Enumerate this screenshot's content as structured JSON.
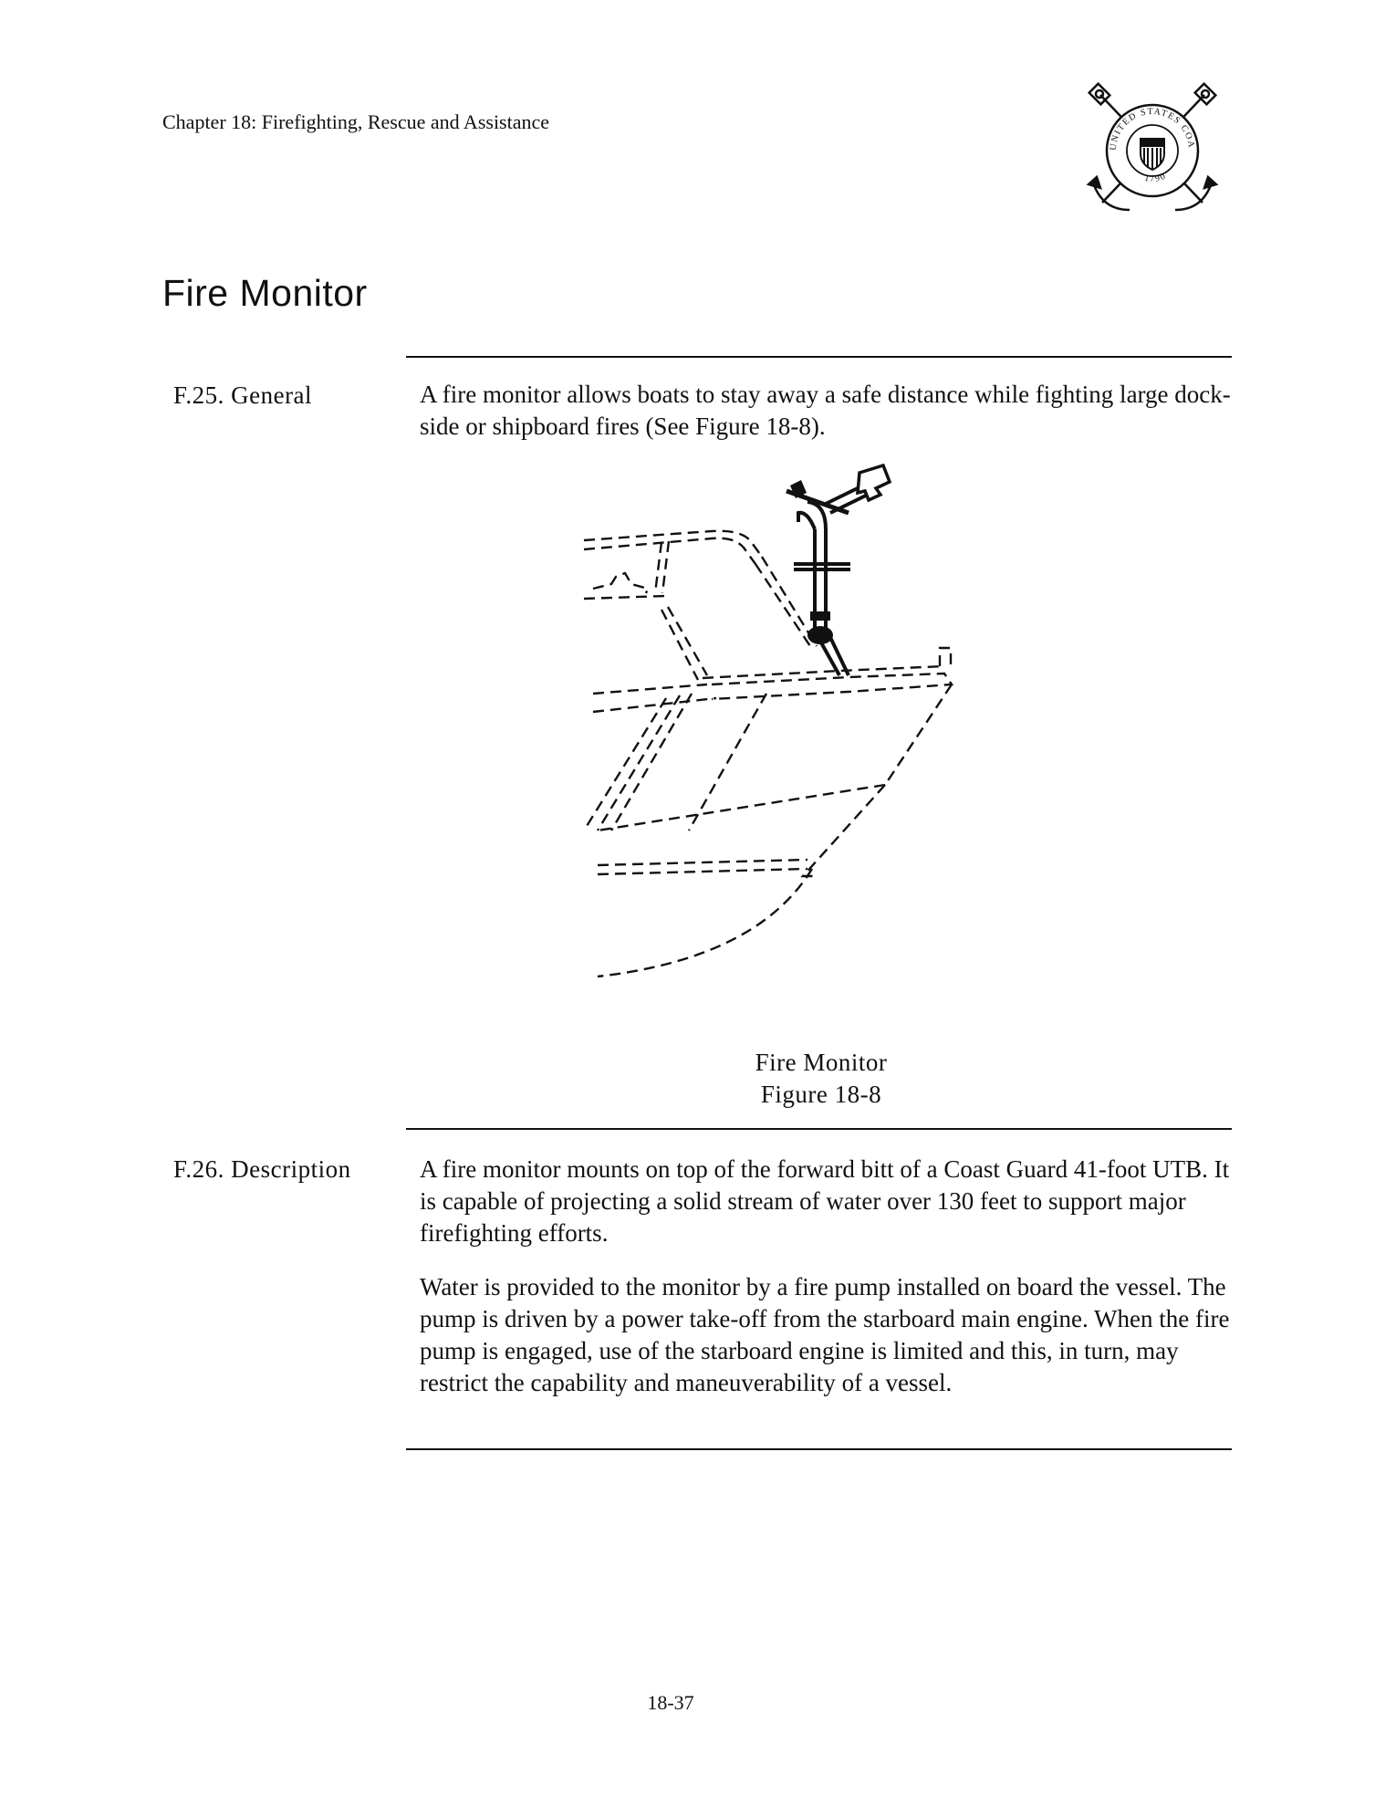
{
  "header": {
    "running_title": "Chapter 18:  Firefighting, Rescue and Assistance",
    "seal": {
      "icon": "coast-guard-seal-icon",
      "text": "UNITED STATES COAST GUARD",
      "year": "1790"
    }
  },
  "section": {
    "title": "Fire Monitor"
  },
  "subsections": [
    {
      "heading": "F.25.  General",
      "paragraphs": [
        "A fire monitor allows boats to stay away a safe distance while fighting large dock-side or shipboard fires (See Figure 18-8)."
      ]
    },
    {
      "heading": "F.26.  Description",
      "paragraphs": [
        "A fire monitor mounts on top of the forward bitt of a Coast Guard 41-foot UTB.  It is capable of projecting a solid stream of water over 130 feet to support major firefighting efforts.",
        "Water is provided to the monitor by a fire pump installed on board the vessel.  The pump is driven by a power take-off from the starboard main engine.  When the fire pump is engaged, use of the starboard engine is limited and this, in turn, may restrict the capability and maneuverability of a vessel."
      ]
    }
  ],
  "figure": {
    "caption_title": "Fire Monitor",
    "caption_number": "Figure 18-8",
    "illustration": "fire-monitor-on-boat-bow-icon"
  },
  "footer": {
    "page_number": "18-37"
  }
}
